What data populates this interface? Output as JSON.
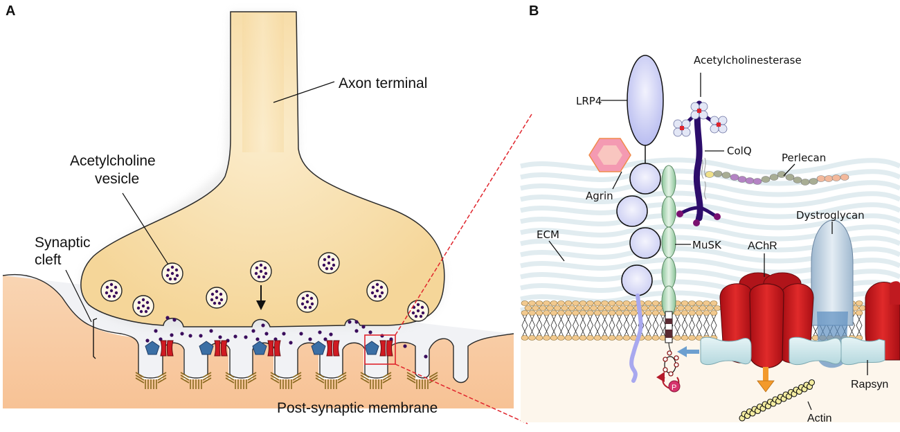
{
  "figure": {
    "panel_a": {
      "panel_label": "A",
      "labels": {
        "axon_terminal": "Axon terminal",
        "vesicle_line1": "Acetylcholine",
        "vesicle_line2": "vesicle",
        "cleft_line1": "Synaptic",
        "cleft_line2": "cleft",
        "post_synaptic": "Post-synaptic membrane"
      }
    },
    "panel_b": {
      "panel_label": "B",
      "labels": {
        "lrp4": "LRP4",
        "acetylcholinesterase": "Acetylcholinesterase",
        "colq": "ColQ",
        "perlecan": "Perlecan",
        "agrin": "Agrin",
        "ecm": "ECM",
        "musk": "MuSK",
        "dystroglycan": "Dystroglycan",
        "achr": "AChR",
        "rapsyn": "Rapsyn",
        "actin": "Actin",
        "phospho": "P"
      }
    },
    "colors": {
      "axon": "#f9e3b4",
      "muscle": "#f8c9a0",
      "cleft": "#eef0f4",
      "vesicle_dot": "#3a0d5c",
      "receptor_red": "#d01a22",
      "receptor_blue": "#3b6fa5",
      "zoom_line": "#e0242c",
      "lrp4": "#d6d8f5",
      "musk": "#b9dcbc",
      "colq": "#2c0d6b",
      "agrin": "#f49ab2",
      "ecm": "#c8dde4",
      "lipid_head": "#f2c98e",
      "achr": "#c8141c",
      "dystroglycan": "#bcd0e0",
      "rapsyn": "#cfe8ec",
      "actin": "#f4eda0",
      "arrow_orange": "#f39a2c",
      "arrow_blue": "#6c9fd0",
      "phospho": "#d6336c"
    }
  }
}
